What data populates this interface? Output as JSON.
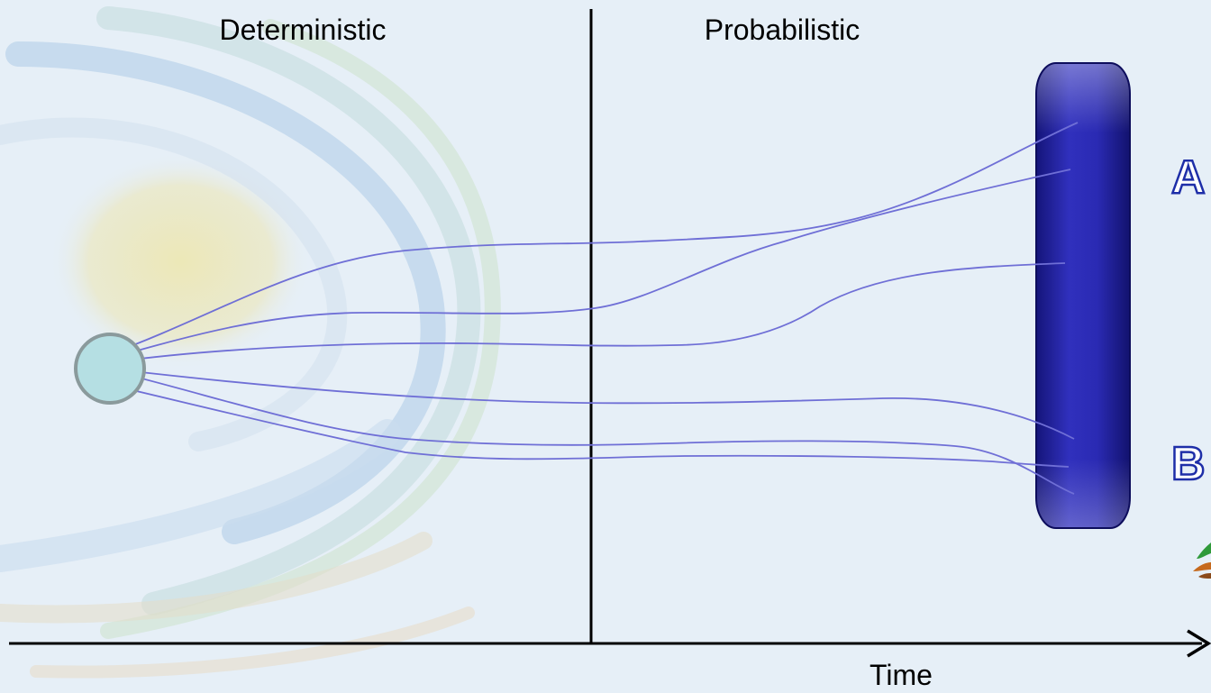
{
  "labels": {
    "deterministic": "Deterministic",
    "probabilistic": "Probabilistic",
    "time": "Time",
    "outcome_a": "A",
    "outcome_b": "B"
  },
  "colors": {
    "background": "#e6eff7",
    "trajectory": "#6f6fd6",
    "start_fill": "#b5dfe3",
    "start_stroke": "#8a9a9c",
    "barrier_fill": "#2323a6",
    "axis": "#000000",
    "outline_letter": "#1e2ea8"
  },
  "icons": {
    "axis_arrow": "arrow-right-icon",
    "partial_logo": "partial-logo-icon"
  }
}
